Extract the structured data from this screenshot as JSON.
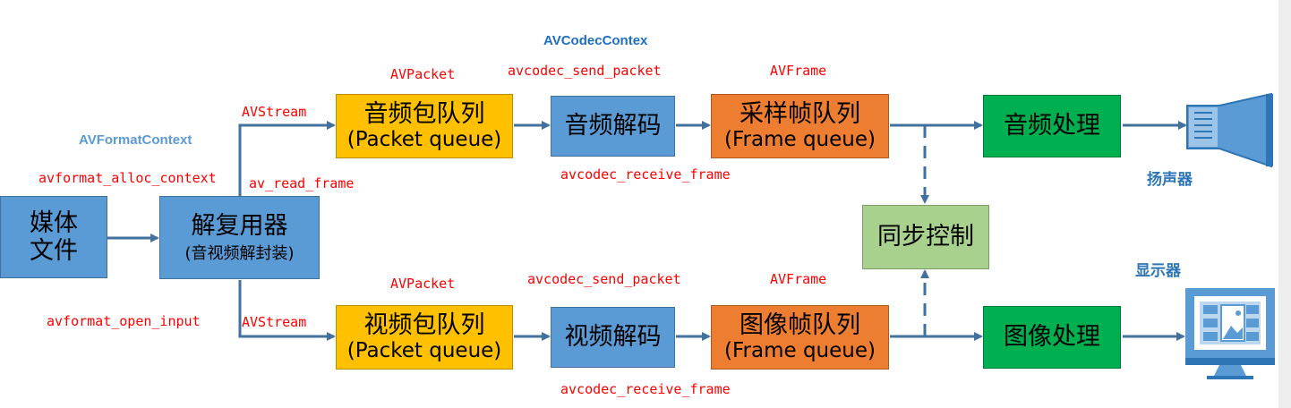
{
  "nodes": {
    "media_file": [
      "媒体",
      "文件"
    ],
    "demuxer": {
      "title": "解复用器",
      "sub": "(音视频解封装)"
    },
    "audio_packet_queue": {
      "title": "音频包队列",
      "sub": "(Packet queue)"
    },
    "video_packet_queue": {
      "title": "视频包队列",
      "sub": "(Packet queue)"
    },
    "audio_decode": "音频解码",
    "video_decode": "视频解码",
    "audio_frame_queue": {
      "title": "采样帧队列",
      "sub": "(Frame queue)"
    },
    "video_frame_queue": {
      "title": "图像帧队列",
      "sub": "(Frame queue)"
    },
    "sync_control": "同步控制",
    "audio_process": "音频处理",
    "video_process": "图像处理"
  },
  "labels": {
    "av_format_context": "AVFormatContext",
    "avformat_alloc_context": "avformat_alloc_context",
    "avformat_open_input": "avformat_open_input",
    "av_read_frame": "av_read_frame",
    "avstream_top": "AVStream",
    "avstream_bottom": "AVStream",
    "avpacket_top": "AVPacket",
    "avpacket_bottom": "AVPacket",
    "av_codec_context": "AVCodecContex",
    "avcodec_send_packet_top": "avcodec_send_packet",
    "avcodec_send_packet_bottom": "avcodec_send_packet",
    "avcodec_receive_frame_top": "avcodec_receive_frame",
    "avcodec_receive_frame_bottom": "avcodec_receive_frame",
    "avframe_top": "AVFrame",
    "avframe_bottom": "AVFrame",
    "speaker": "扬声器",
    "display": "显示器"
  },
  "colors": {
    "line": "#41719c",
    "blue": "#5b9bd5",
    "yellow": "#ffc000",
    "orange": "#ed7d31",
    "green": "#00b050",
    "light_green": "#a9d18e",
    "code_red": "#ff0000"
  },
  "icons": [
    "speaker-icon",
    "monitor-icon"
  ]
}
